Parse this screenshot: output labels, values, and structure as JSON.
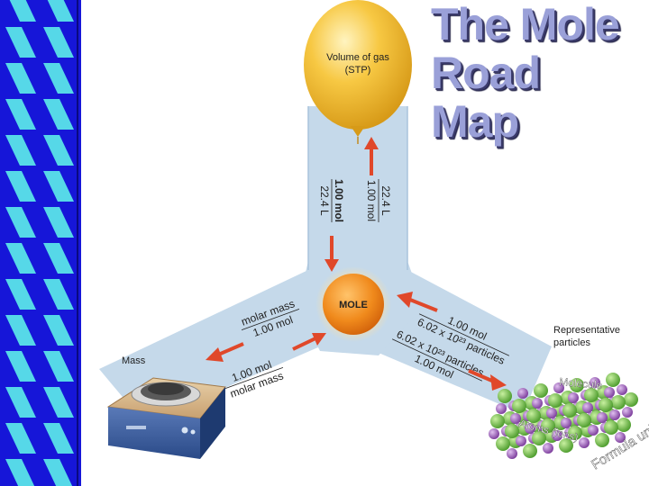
{
  "slide": {
    "title_lines": [
      "The Mole",
      "Road",
      "Map"
    ]
  },
  "diagram": {
    "balloon_label_1": "Volume of gas",
    "balloon_label_2": "(STP)",
    "center_label": "MOLE",
    "mass_label": "Mass",
    "particles_label_1": "Representative",
    "particles_label_2": "particles",
    "vertical_left_num": "1.00 mol",
    "vertical_left_den": "22.4 L",
    "vertical_right_num": "22.4 L",
    "vertical_right_den": "1.00 mol",
    "mass_upper_num": "molar mass",
    "mass_upper_den": "1.00 mol",
    "mass_lower_num": "1.00 mol",
    "mass_lower_den": "molar mass",
    "part_upper_num": "1.00 mol",
    "part_upper_den": "6.02 x 10²³ particles",
    "part_lower_num": "6.02 x 10²³ particles",
    "part_lower_den": "1.00 mol",
    "molecule_label": "Molecule",
    "atoms_label": "Atoms (ions)",
    "formula_label": "Formula unit"
  },
  "colors": {
    "road": "#c5d9ea",
    "road_edge": "#9fbcd6",
    "arrow": "#e0482a",
    "balloon": "#f7c843",
    "mole": "#f08a1c",
    "strip_blue": "#1616d8",
    "strip_cyan": "#56d8e8",
    "title": "#9aa0d8"
  }
}
